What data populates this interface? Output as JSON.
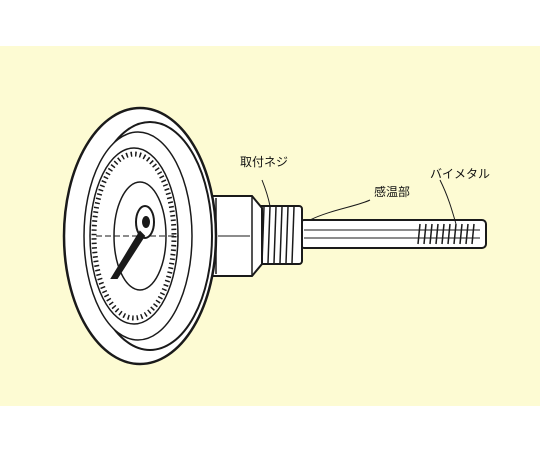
{
  "colors": {
    "background": "#ffffff",
    "panel": "#fdfbd3",
    "line": "#1a1a1a",
    "fill": "#ffffff"
  },
  "labels": {
    "mounting_thread": "取付ネジ",
    "sensing_part": "感温部",
    "bimetal": "バイメタル"
  }
}
